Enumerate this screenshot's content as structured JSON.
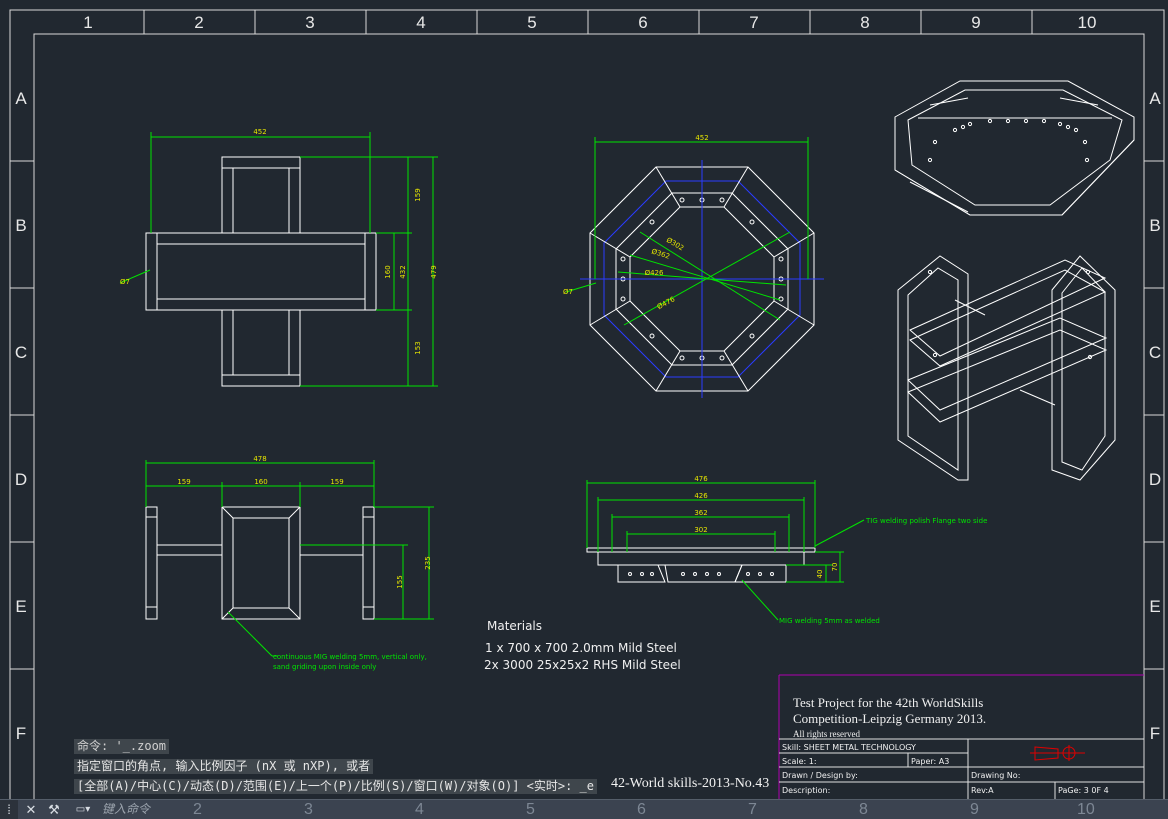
{
  "colors": {
    "background": "#212830",
    "frame": "#e8e8e8",
    "geometry": "#ffffff",
    "dimension": "#00e400",
    "dimension_text": "#e6e600",
    "centerline": "#2a3cff",
    "titleblock_border": "#b000b0",
    "weld_block": "#e00000"
  },
  "ruler": {
    "columns": [
      "1",
      "2",
      "3",
      "4",
      "5",
      "6",
      "7",
      "8",
      "9",
      "10"
    ],
    "rows": [
      "A",
      "B",
      "C",
      "D",
      "E",
      "F"
    ]
  },
  "front_view": {
    "dim_total_width": "452",
    "dim_total_height": "479",
    "dim_upper": "159",
    "dim_mid": "160",
    "dim_mid2": "432",
    "dim_lower": "153",
    "dim_hole": "Ø7"
  },
  "octagon_view": {
    "dim_width": "452",
    "dim_hole": "Ø7",
    "dim_r1": "Ø302",
    "dim_r2": "Ø362",
    "dim_r3": "Ø426",
    "dim_r4": "Ø476"
  },
  "side_view": {
    "dim_total": "478",
    "dim_a": "159",
    "dim_b": "160",
    "dim_c": "159",
    "dim_h1": "235",
    "dim_h2": "155",
    "note_line1": "continuous MIG welding 5mm, vertical only,",
    "note_line2": "sand griding upon inside  only"
  },
  "section_view": {
    "dim_476": "476",
    "dim_426": "426",
    "dim_362": "362",
    "dim_302": "302",
    "dim_40": "40",
    "dim_70": "70",
    "note_tig": "TIG welding  polish Flange two side",
    "note_mig": "MIG welding 5mm as welded"
  },
  "materials": {
    "heading": "Materials",
    "line1": "1 x 700 x 700 2.0mm Mild Steel",
    "line2": "2x 3000 25x25x2 RHS Mild Steel"
  },
  "title_block": {
    "title_line1": "Test Project for the 42th WorldSkills",
    "title_line2": "Competition-Leipzig Germany 2013.",
    "rights": "All rights reserved",
    "skill": "Skill: SHEET METAL TECHNOLOGY",
    "scale": "Scale: 1:",
    "paper": "Paper: A3",
    "drawn": "Drawn / Design by:",
    "drawing_no": "Drawing No:",
    "description": "Description:",
    "rev": "Rev:A",
    "page": "PaGe: 3 0F 4"
  },
  "command_line": {
    "history1": "命令: '_.zoom",
    "history2": "指定窗口的角点, 输入比例因子 (nX 或 nXP), 或者",
    "prompt": "[全部(A)/中心(C)/动态(D)/范围(E)/上一个(P)/比例(S)/窗口(W)/对象(O)] <实时>: _e",
    "drawing_number": "42-World skills-2013-No.43",
    "input_placeholder": "键入命令",
    "close_icon": "close-icon",
    "settings_icon": "wrench-icon",
    "prompt_icon": "command-prompt-icon"
  }
}
